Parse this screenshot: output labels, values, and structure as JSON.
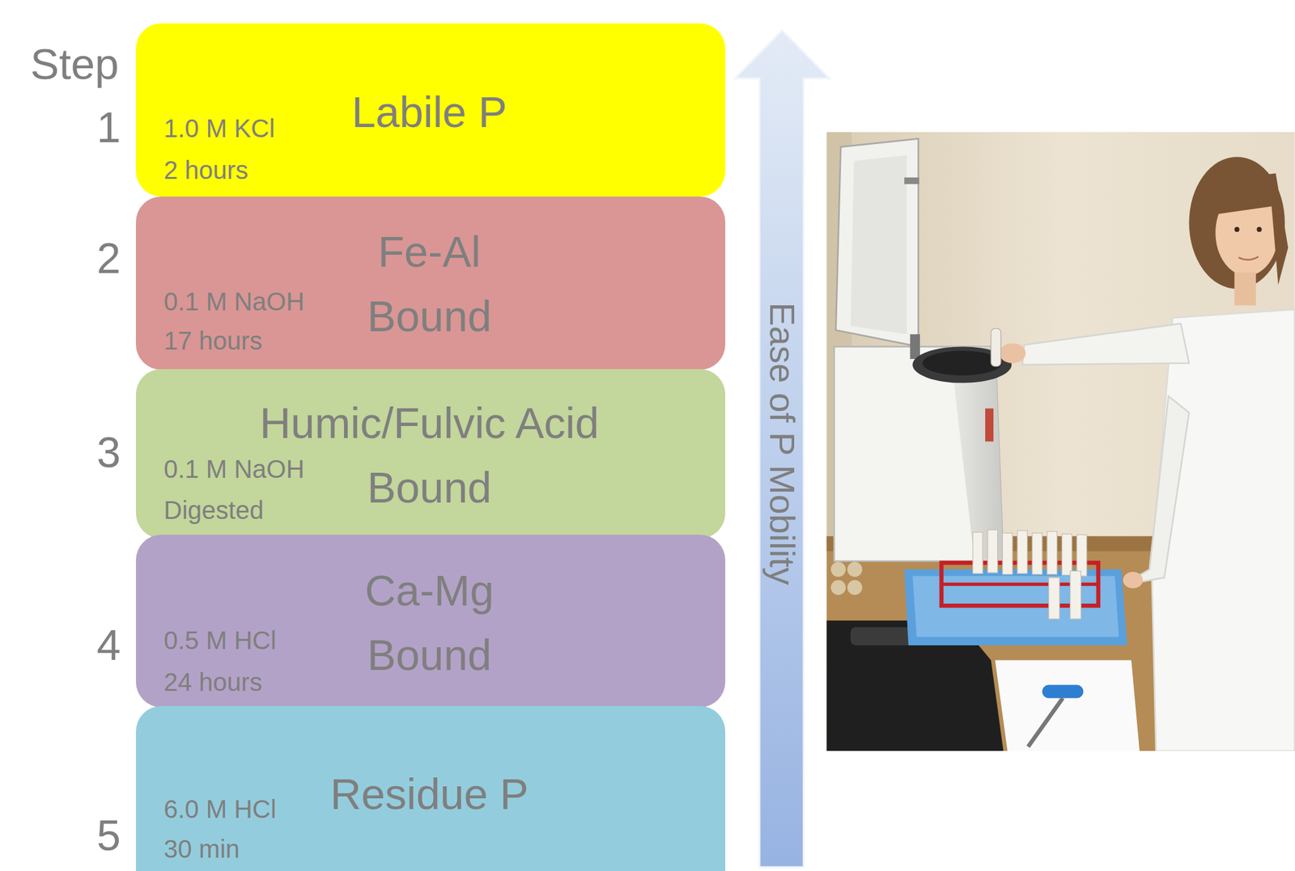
{
  "diagram": {
    "nodes": [
      {
        "text": [
          "Labile P",
          "1.0 M KCl",
          "2 hours"
        ]
      },
      {
        "text": [
          "Fe-Al Bound",
          "0.1 M NaOH",
          "17 hours"
        ]
      },
      {
        "text": [
          "Humic/Fulvic Acid Bound",
          "0.1 M NaOH",
          "Digested"
        ]
      },
      {
        "text": [
          "Ca-Mg Bound",
          "0.5 M HCl",
          "24 hours"
        ]
      },
      {
        "text": [
          "Residue P",
          "6.0 M HCl",
          "30 min"
        ]
      }
    ],
    "labels": [
      "Step",
      "1",
      "2",
      "3",
      "4",
      "5",
      "Ease of P Mobility"
    ]
  }
}
